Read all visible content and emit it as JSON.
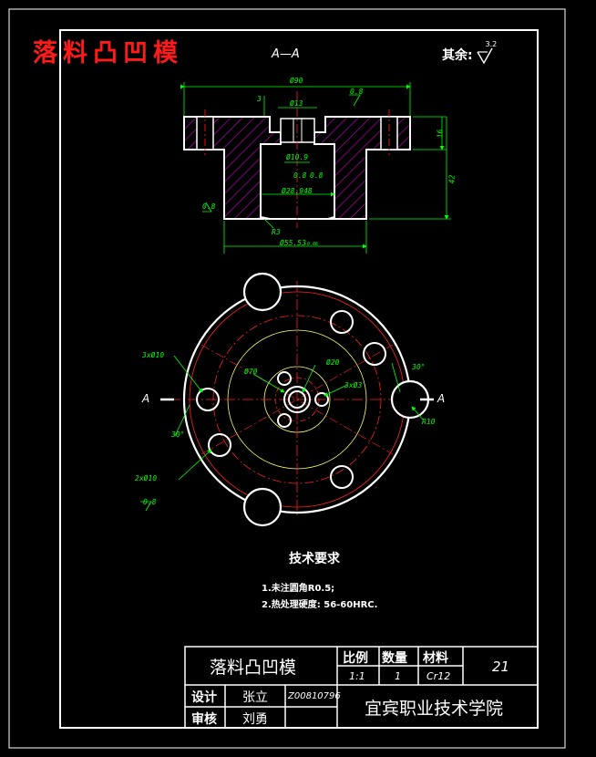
{
  "watermark": "落料凸凹模",
  "section_label": "A—A",
  "surface_note": {
    "label": "其余:",
    "roughness": "3.2"
  },
  "dims": {
    "outer_dia": "Ø90",
    "hole_dia": "Ø13",
    "top_rough": "0.8",
    "depth_3": "3",
    "thick_16": "16",
    "height_42": "42",
    "d_109": "Ø10.9",
    "rough_a": "0.8",
    "rough_b": "0.8",
    "bore_dia": "Ø28.948",
    "left_rough": "0.8",
    "r3": "R3",
    "base_dia": "Ø55.53",
    "base_tol": "-0.06"
  },
  "plan_dims": {
    "holes_3": "3xØ10",
    "pcd_70": "Ø70",
    "pcd_20": "Ø20",
    "small_holes": "3xØ3",
    "angle_right": "30°",
    "r10": "R10",
    "angle_left": "30°",
    "pin_holes": "2xØ10",
    "pin_rough": "0.8",
    "a_left": "A",
    "a_right": "A"
  },
  "tech": {
    "title": "技术要求",
    "line1": "1.未注圆角R0.5;",
    "line2": "2.热处理硬度: 56-60HRC."
  },
  "title_block": {
    "name": "落料凸凹模",
    "h_scale": "比例",
    "h_qty": "数量",
    "h_material": "材料",
    "scale": "1:1",
    "qty": "1",
    "material": "Cr12",
    "number": "21",
    "design_label": "设计",
    "designer": "张立",
    "code": "Z00810796",
    "review_label": "审核",
    "reviewer": "刘勇",
    "school": "宜宾职业技术学院"
  }
}
